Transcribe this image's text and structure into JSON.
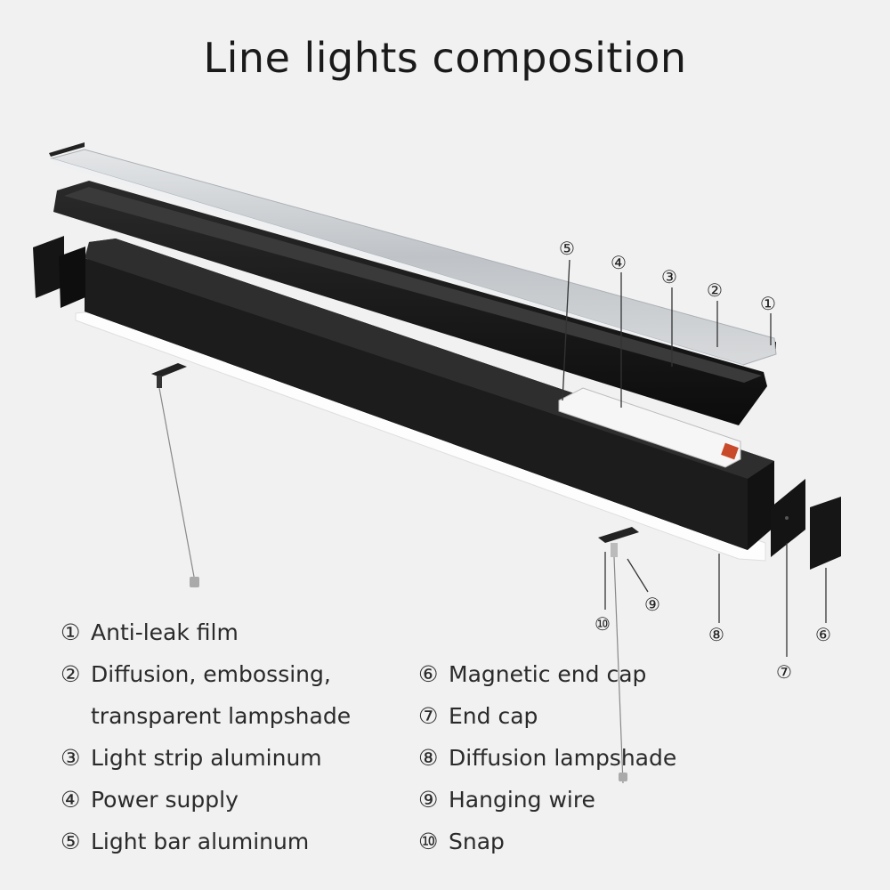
{
  "title": "Line lights composition",
  "callouts": {
    "c1": "①",
    "c2": "②",
    "c3": "③",
    "c4": "④",
    "c5": "⑤",
    "c6": "⑥",
    "c7": "⑦",
    "c8": "⑧",
    "c9": "⑨",
    "c10": "⑩"
  },
  "legend": {
    "left": [
      {
        "num": "①",
        "text": "Anti-leak film"
      },
      {
        "num": "②",
        "text": "Diffusion, embossing,"
      },
      {
        "num": "",
        "text": "transparent lampshade"
      },
      {
        "num": "③",
        "text": "Light strip aluminum"
      },
      {
        "num": "④",
        "text": "Power supply"
      },
      {
        "num": "⑤",
        "text": "Light bar aluminum"
      }
    ],
    "right": [
      {
        "num": "⑥",
        "text": "Magnetic end cap"
      },
      {
        "num": "⑦",
        "text": "End cap"
      },
      {
        "num": "⑧",
        "text": "Diffusion lampshade"
      },
      {
        "num": "⑨",
        "text": "Hanging wire"
      },
      {
        "num": "⑩",
        "text": "Snap"
      }
    ]
  },
  "colors": {
    "background": "#f1f1f1",
    "aluminum_black": "#111111",
    "lampshade_silver": "#c9ccd0",
    "diffuser_white": "#fafafa"
  }
}
